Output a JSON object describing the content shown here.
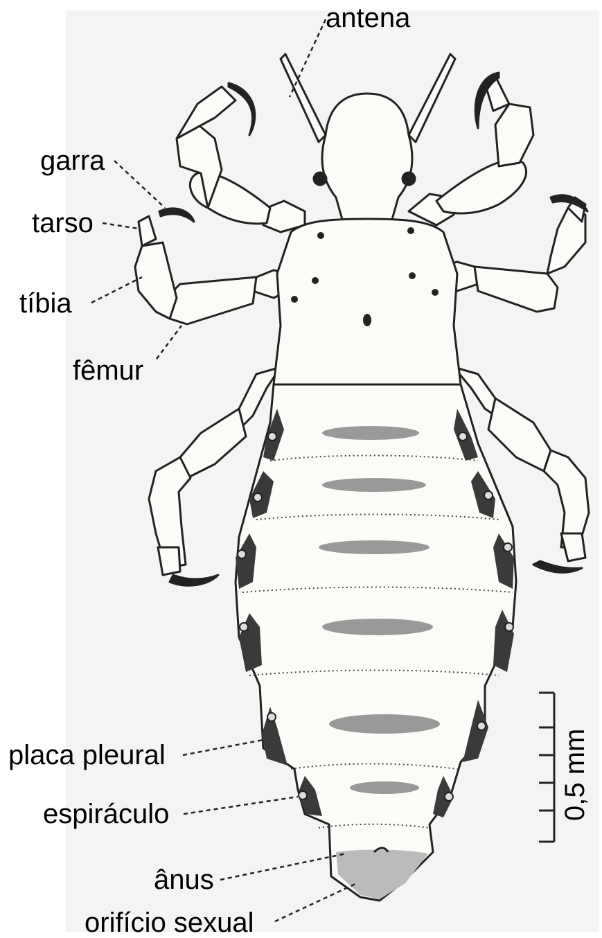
{
  "labels": {
    "antena": "antena",
    "garra": "garra",
    "tarso": "tarso",
    "tibia": "tíbia",
    "femur": "fêmur",
    "placa_pleural": "placa pleural",
    "espiraculo": "espiráculo",
    "anus": "ânus",
    "orificio_sexual": "orifício sexual"
  },
  "scale_bar": {
    "label": "0,5 mm"
  },
  "colors": {
    "ink": "#222222",
    "sclerite": "#3a3a3a",
    "background": "#ffffff"
  }
}
